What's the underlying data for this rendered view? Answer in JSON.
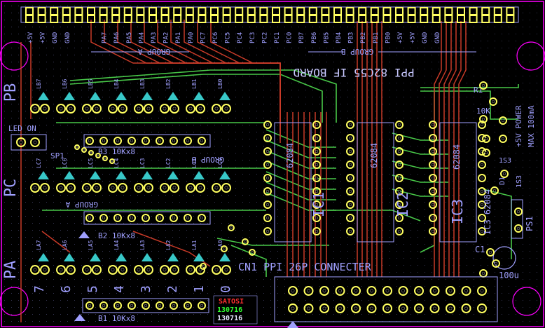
{
  "colors": {
    "background": "#000000",
    "outline": "#ff00ff",
    "silkscreen": "#a0a0ff",
    "silk_light": "#c8c8ff",
    "pad": "#ffff60",
    "trace_top": "#c83a28",
    "trace_bottom": "#48c848",
    "pad_cyan": "#38c8c8",
    "white": "#e8e8ff",
    "red_text": "#ff3030",
    "green_text": "#30ff30"
  },
  "header": {
    "left_power": [
      "+5V",
      "+5V",
      "GND",
      "GND"
    ],
    "group_a_pins": [
      "PA7",
      "PA6",
      "PA5",
      "PA4",
      "PA3",
      "PA2",
      "PA1",
      "PA0"
    ],
    "group_a_pins_b": [
      "PC7",
      "PC6",
      "PC5",
      "PC4"
    ],
    "group_b_pins": [
      "PC3",
      "PC2",
      "PC1",
      "PC0"
    ],
    "group_b_pins_b": [
      "PB7",
      "PB6",
      "PB5",
      "PB4",
      "PB3",
      "PB2",
      "PB1",
      "PB0"
    ],
    "right_power": [
      "+5V",
      "+5V",
      "GND",
      "GND"
    ],
    "group_a_label": "GROUP A",
    "group_b_label": "GROUP B"
  },
  "labels": {
    "board_title": "PPI 82C55 IF BOARD",
    "pb": "PB",
    "pc": "PC",
    "pa": "PA",
    "led_on": "LED ON",
    "sp1": "SP1",
    "b3": "B3  10Kx8",
    "b2": "B2  10Kx8",
    "b1": "B1  10Kx8",
    "group_a_mid": "GROUP A",
    "group_b_mid": "GROUP B",
    "ic1": "IC1",
    "ic2": "IC2",
    "ic3": "IC3",
    "ic_chip": "62084",
    "ic3_full": "IC3 62084",
    "power_label": "+5V POWER",
    "max_label": "MAX 100mA",
    "r1": "R1",
    "r1_val": "10K",
    "d1": "D1",
    "d1_val": "1S3",
    "d2_val": "1S3",
    "ps1": "PS1",
    "c1": "C1",
    "c1_val": "100u",
    "connector": "CN1   PPI   26P CONNECTER",
    "author": "SATOSI",
    "date_green": "130716",
    "date_white": "130716"
  },
  "led_rows": {
    "pb": [
      "LB7",
      "LB6",
      "LB5",
      "LB4",
      "LB3",
      "LB2",
      "LB1",
      "LB0"
    ],
    "pc": [
      "LC7",
      "LC6",
      "LC5",
      "LC4",
      "LC3",
      "LC2",
      "LC1",
      "LC0"
    ],
    "pa": [
      "LA7",
      "LA6",
      "LA5",
      "LA4",
      "LA3",
      "LA2",
      "LA1",
      "LA0"
    ]
  },
  "digits": [
    "7",
    "6",
    "5",
    "4",
    "3",
    "2",
    "1",
    "0"
  ]
}
